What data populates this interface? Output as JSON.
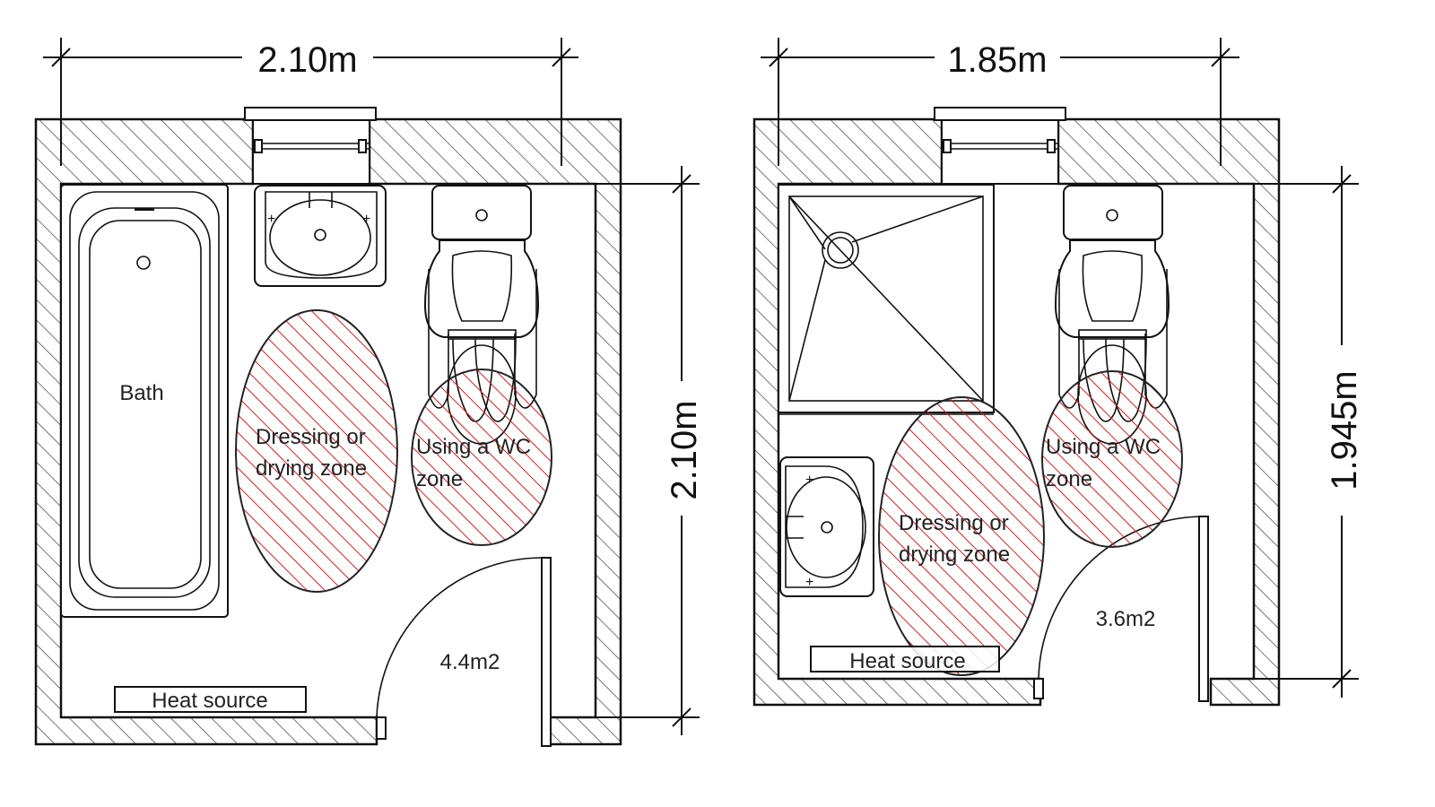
{
  "colors": {
    "wall_hatch": "#555555",
    "zone_hatch": "#cc2222",
    "line": "#111111",
    "background": "#ffffff"
  },
  "left_plan": {
    "width_dim": "2.10m",
    "depth_dim": "2.10m",
    "area": "4.4m2",
    "bath_label": "Bath",
    "dressing_zone": [
      "Dressing or",
      "drying zone"
    ],
    "wc_zone": [
      "Using a WC",
      "zone"
    ],
    "heat_source": "Heat source"
  },
  "right_plan": {
    "width_dim": "1.85m",
    "depth_dim": "1.945m",
    "area": "3.6m2",
    "dressing_zone": [
      "Dressing or",
      "drying zone"
    ],
    "wc_zone": [
      "Using a WC",
      "zone"
    ],
    "heat_source": "Heat source"
  }
}
